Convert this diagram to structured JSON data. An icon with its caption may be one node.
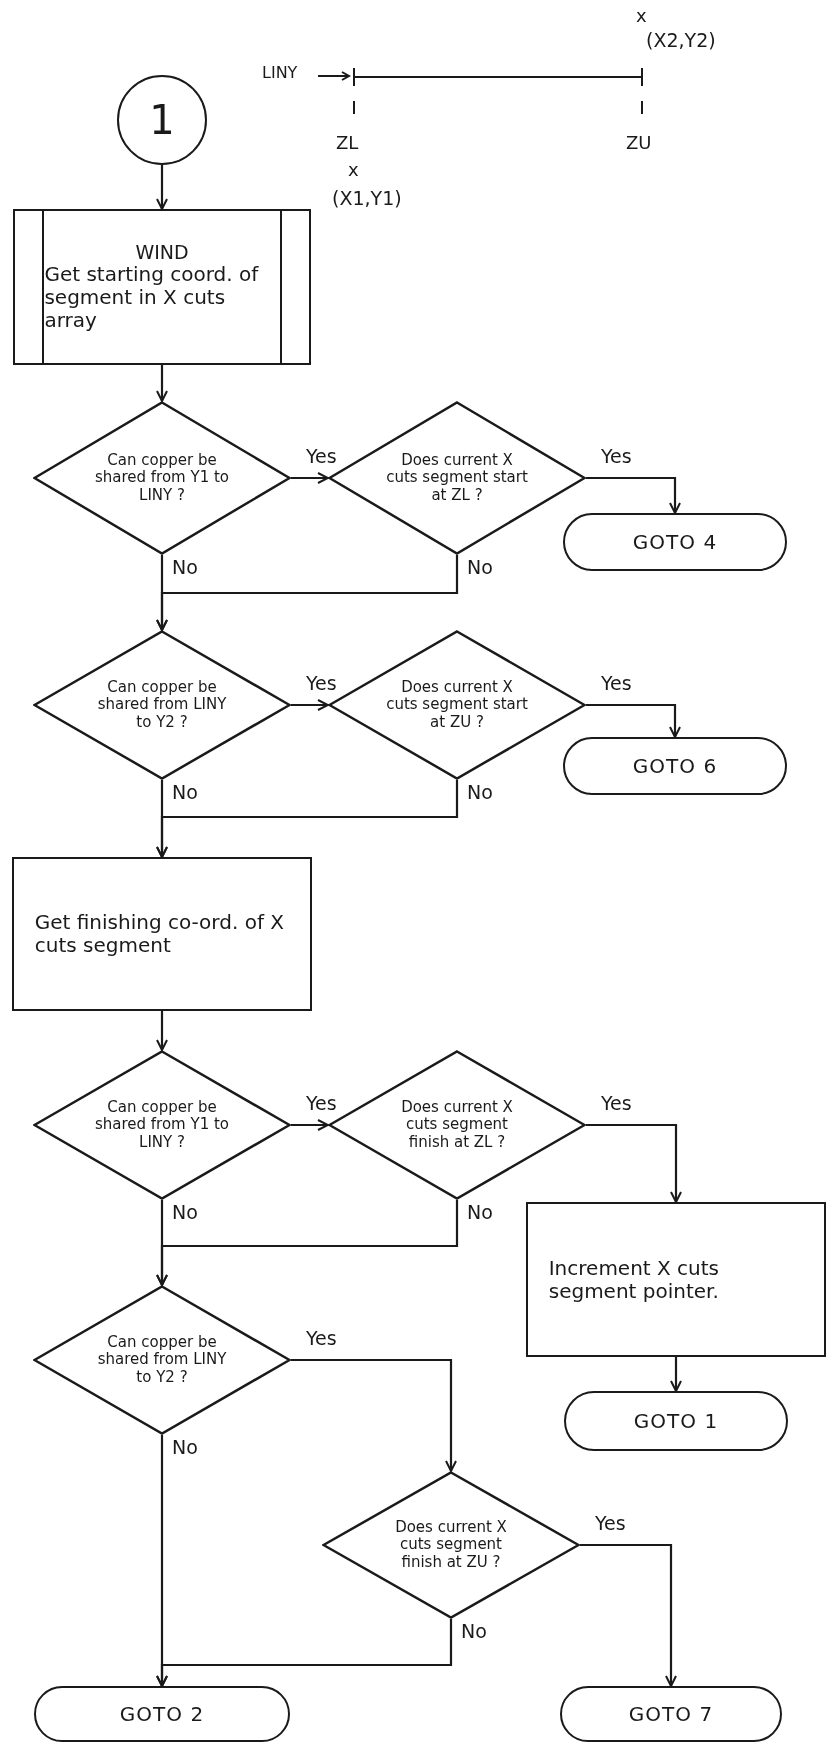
{
  "diagram": {
    "nodes": [
      {
        "text": [
          "1"
        ]
      },
      {
        "text": [
          "WIND",
          "Get starting coord. of segment in X cuts array"
        ]
      },
      {
        "text": [
          "Can copper be shared from Y1 to LINY ?"
        ]
      },
      {
        "text": [
          "Does current X cuts segment start at ZL ?"
        ]
      },
      {
        "text": [
          "GOTO 4"
        ]
      },
      {
        "text": [
          "Can copper be shared from LINY to Y2 ?"
        ]
      },
      {
        "text": [
          "Does current X cuts segment start at ZU ?"
        ]
      },
      {
        "text": [
          "GOTO 6"
        ]
      },
      {
        "text": [
          "Get finishing co-ord. of X cuts segment"
        ]
      },
      {
        "text": [
          "Can copper be shared from Y1 to LINY ?"
        ]
      },
      {
        "text": [
          "Does current X cuts segment finish at ZL ?"
        ]
      },
      {
        "text": [
          "Increment X cuts segment pointer."
        ]
      },
      {
        "text": [
          "GOTO 1"
        ]
      },
      {
        "text": [
          "Can copper be shared from LINY to Y2 ?"
        ]
      },
      {
        "text": [
          "Does current X cuts segment finish at ZU ?"
        ]
      },
      {
        "text": [
          "GOTO 2"
        ]
      },
      {
        "text": [
          "GOTO 7"
        ]
      }
    ],
    "edges": [
      {
        "from": 0,
        "to": 1,
        "arrow": "to"
      },
      {
        "from": 1,
        "to": 2,
        "arrow": "to"
      },
      {
        "from": 2,
        "to": 3,
        "arrow": "to",
        "label": "Yes"
      },
      {
        "from": 3,
        "to": 4,
        "arrow": "to",
        "label": "Yes"
      },
      {
        "from": 2,
        "to": 5,
        "arrow": "to",
        "label": "No"
      },
      {
        "from": 3,
        "to": 5,
        "arrow": "to",
        "label": "No"
      },
      {
        "from": 5,
        "to": 6,
        "arrow": "to",
        "label": "Yes"
      },
      {
        "from": 6,
        "to": 7,
        "arrow": "to",
        "label": "Yes"
      },
      {
        "from": 5,
        "to": 8,
        "arrow": "to",
        "label": "No"
      },
      {
        "from": 6,
        "to": 8,
        "arrow": "to",
        "label": "No"
      },
      {
        "from": 8,
        "to": 9,
        "arrow": "to"
      },
      {
        "from": 9,
        "to": 10,
        "arrow": "to",
        "label": "Yes"
      },
      {
        "from": 10,
        "to": 11,
        "arrow": "to",
        "label": "Yes"
      },
      {
        "from": 9,
        "to": 13,
        "arrow": "to",
        "label": "No"
      },
      {
        "from": 10,
        "to": 13,
        "arrow": "to",
        "label": "No"
      },
      {
        "from": 11,
        "to": 12,
        "arrow": "to"
      },
      {
        "from": 13,
        "to": 14,
        "arrow": "to",
        "label": "Yes"
      },
      {
        "from": 14,
        "to": 16,
        "arrow": "to",
        "label": "Yes"
      },
      {
        "from": 13,
        "to": 15,
        "arrow": "to",
        "label": "No"
      },
      {
        "from": 14,
        "to": 15,
        "arrow": "to",
        "label": "No"
      }
    ],
    "labels": [
      "x",
      "(X2,Y2)",
      "LINY",
      "ZL",
      "ZU",
      "x",
      "(X1,Y1)"
    ]
  }
}
